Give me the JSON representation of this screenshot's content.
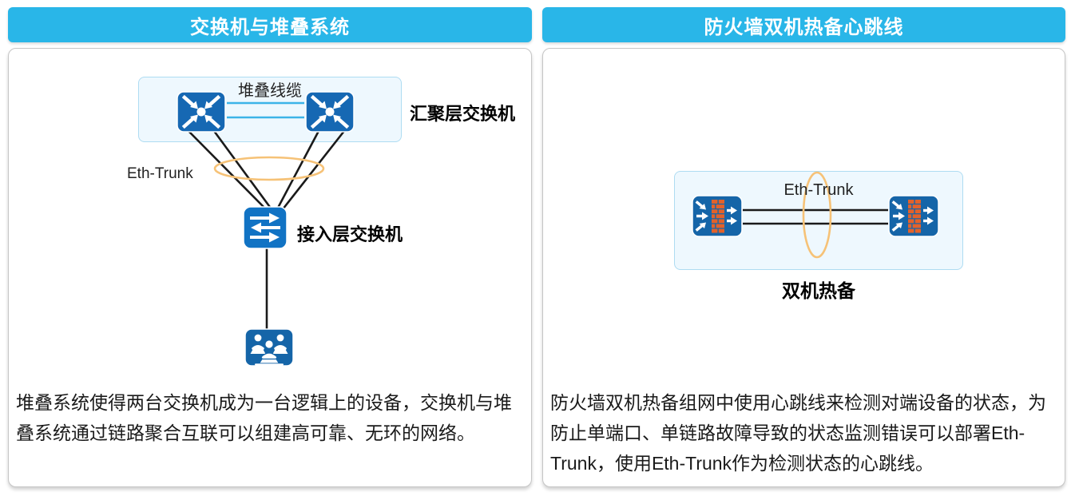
{
  "left_panel": {
    "header": "交换机与堆叠系统",
    "diagram": {
      "stack_cable_label": "堆叠线缆",
      "aggregation_switch_label": "汇聚层交换机",
      "eth_trunk_label": "Eth-Trunk",
      "access_switch_label": "接入层交换机"
    },
    "description": "堆叠系统使得两台交换机成为一台逻辑上的设备，交换机与堆叠系统通过链路聚合互联可以组建高可靠、无环的网络。"
  },
  "right_panel": {
    "header": "防火墙双机热备心跳线",
    "diagram": {
      "eth_trunk_label": "Eth-Trunk",
      "hot_standby_label": "双机热备"
    },
    "description": "防火墙双机热备组网中使用心跳线来检测对端设备的状态，为防止单端口、单链路故障导致的状态监测错误可以部署Eth-Trunk，使用Eth-Trunk作为检测状态的心跳线。"
  },
  "colors": {
    "header_bg": "#29b6e8",
    "stack_switch_blue": "#1668b3",
    "access_switch_blue": "#1173c4",
    "firewall_blue": "#1565a8",
    "users_blue": "#1565a8",
    "cable_cyan": "#3cb4e8",
    "link_black": "#1a1a1a",
    "trunk_ellipse_orange": "#f6c277",
    "firewall_brick_orange": "#e2622b",
    "container_fill": "#eef8fe",
    "container_border": "#aedcf2"
  }
}
